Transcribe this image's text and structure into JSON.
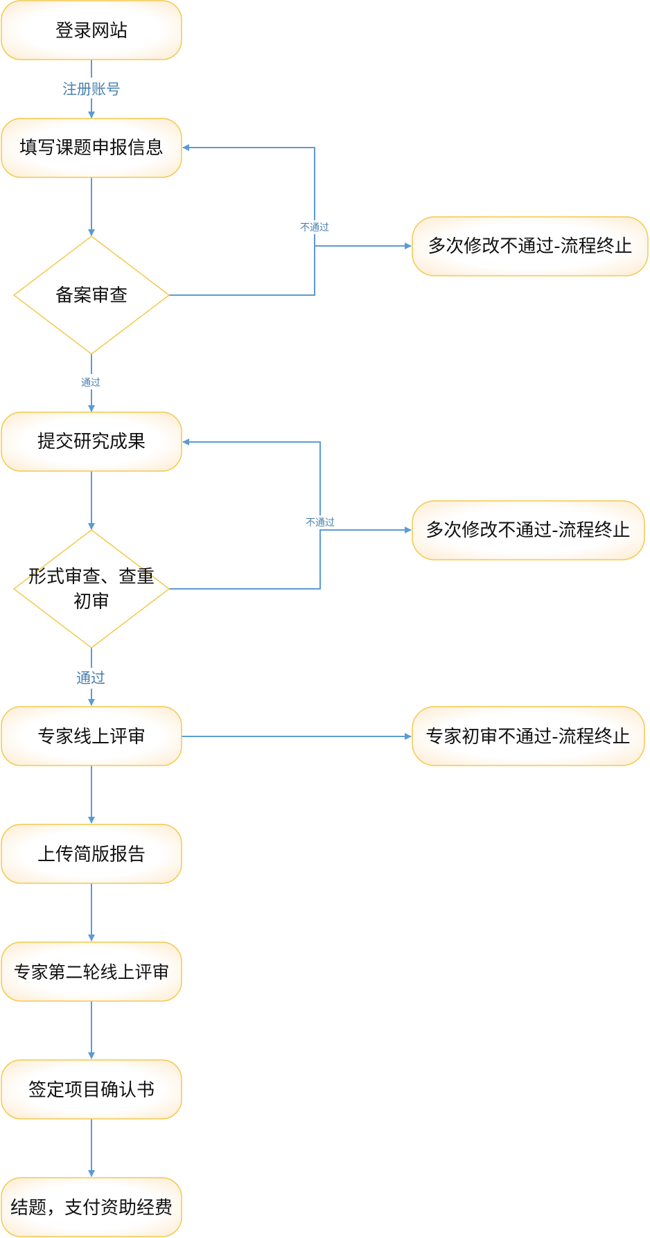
{
  "nodes": {
    "login": "登录网站",
    "fill_info": "填写课题申报信息",
    "record_review": "备案审查",
    "terminate_1": "多次修改不通过-流程终止",
    "submit_results": "提交研究成果",
    "formal_review_line1": "形式审查、查重",
    "formal_review_line2": "初审",
    "terminate_2": "多次修改不通过-流程终止",
    "expert_online_review": "专家线上评审",
    "terminate_3": "专家初审不通过-流程终止",
    "upload_report": "上传简版报告",
    "expert_second_review": "专家第二轮线上评审",
    "sign_confirmation": "签定项目确认书",
    "conclude": "结题，支付资助经费"
  },
  "edges": {
    "register": "注册账号",
    "fail_1": "不通过",
    "pass_1": "通过",
    "fail_2": "不通过",
    "pass_2": "通过"
  },
  "colors": {
    "box_border": "#f2c94c",
    "box_fill": "#fffdf8",
    "box_glow": "#fdeed6",
    "arrow": "#5b9bd5",
    "edge_label": "#4a80ad"
  }
}
